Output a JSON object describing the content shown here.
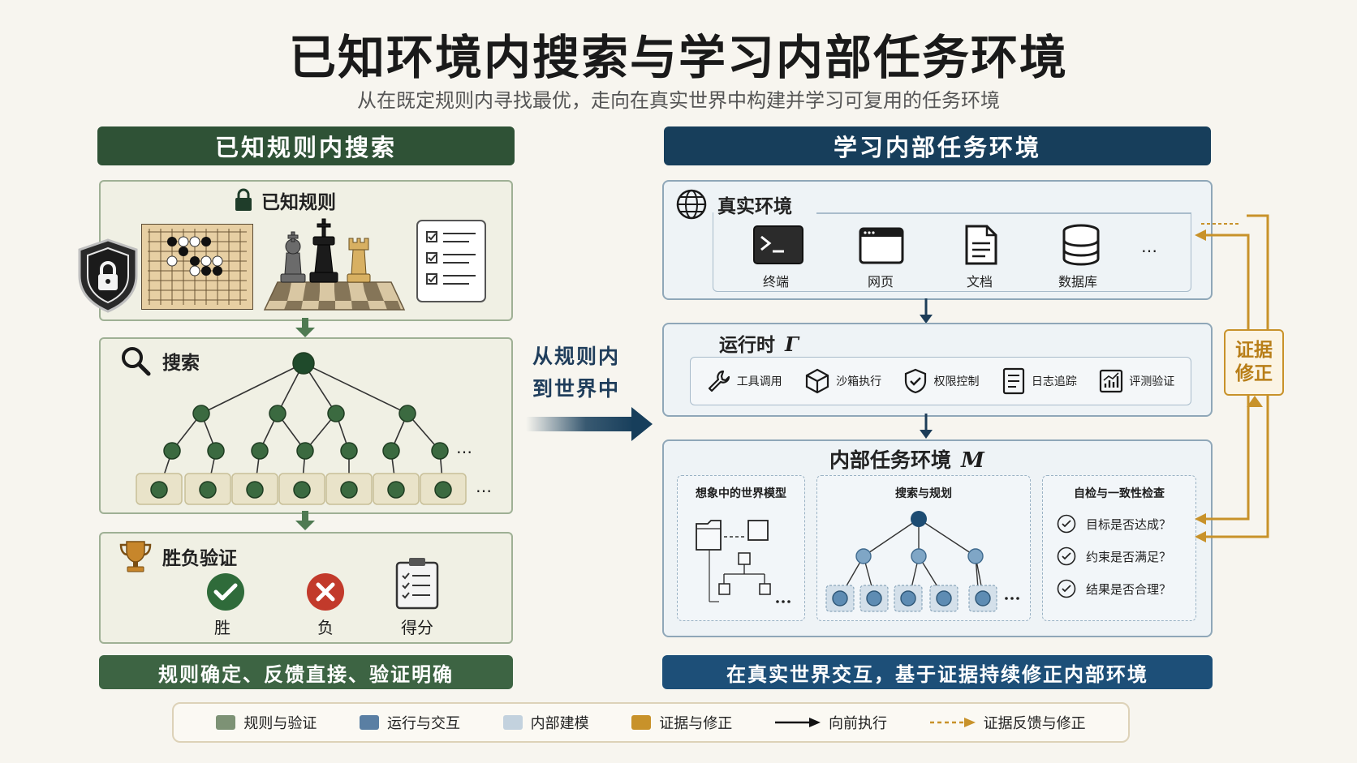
{
  "title": "已知环境内搜索与学习内部任务环境",
  "subtitle": "从在既定规则内寻找最优，走向在真实世界中构建并学习可复用的任务环境",
  "left": {
    "header": "已知规则内搜索",
    "known_rules": {
      "label": "已知规则"
    },
    "search": {
      "label": "搜索",
      "ellipsis": "…"
    },
    "verify": {
      "label": "胜负验证",
      "win": "胜",
      "lose": "负",
      "score": "得分"
    },
    "footer": "规则确定、反馈直接、验证明确"
  },
  "middle": {
    "line1": "从规则内",
    "line2": "到世界中"
  },
  "right": {
    "header": "学习内部任务环境",
    "real_env": {
      "label": "真实环境",
      "items": [
        "终端",
        "网页",
        "文档",
        "数据库"
      ],
      "ellipsis": "…"
    },
    "runtime": {
      "label": "运行时",
      "symbol": "Γ",
      "items": [
        "工具调用",
        "沙箱执行",
        "权限控制",
        "日志追踪",
        "评测验证"
      ]
    },
    "internal": {
      "label": "内部任务环境",
      "symbol": "M",
      "world_model": "想象中的世界模型",
      "search_plan": "搜索与规划",
      "self_check": {
        "label": "自检与一致性检查",
        "items": [
          "目标是否达成？",
          "约束是否满足？",
          "结果是否合理？"
        ]
      },
      "ellipsis": "…"
    },
    "evidence": {
      "line1": "证据",
      "line2": "修正"
    },
    "footer": "在真实世界交互，基于证据持续修正内部环境"
  },
  "legend": {
    "items": [
      {
        "label": "规则与验证",
        "color": "#7d9275"
      },
      {
        "label": "运行与交互",
        "color": "#5a7fa3"
      },
      {
        "label": "内部建模",
        "color": "#c3d2de"
      },
      {
        "label": "证据与修正",
        "color": "#c8922a"
      }
    ],
    "forward": "向前执行",
    "feedback": "证据反馈与修正"
  }
}
